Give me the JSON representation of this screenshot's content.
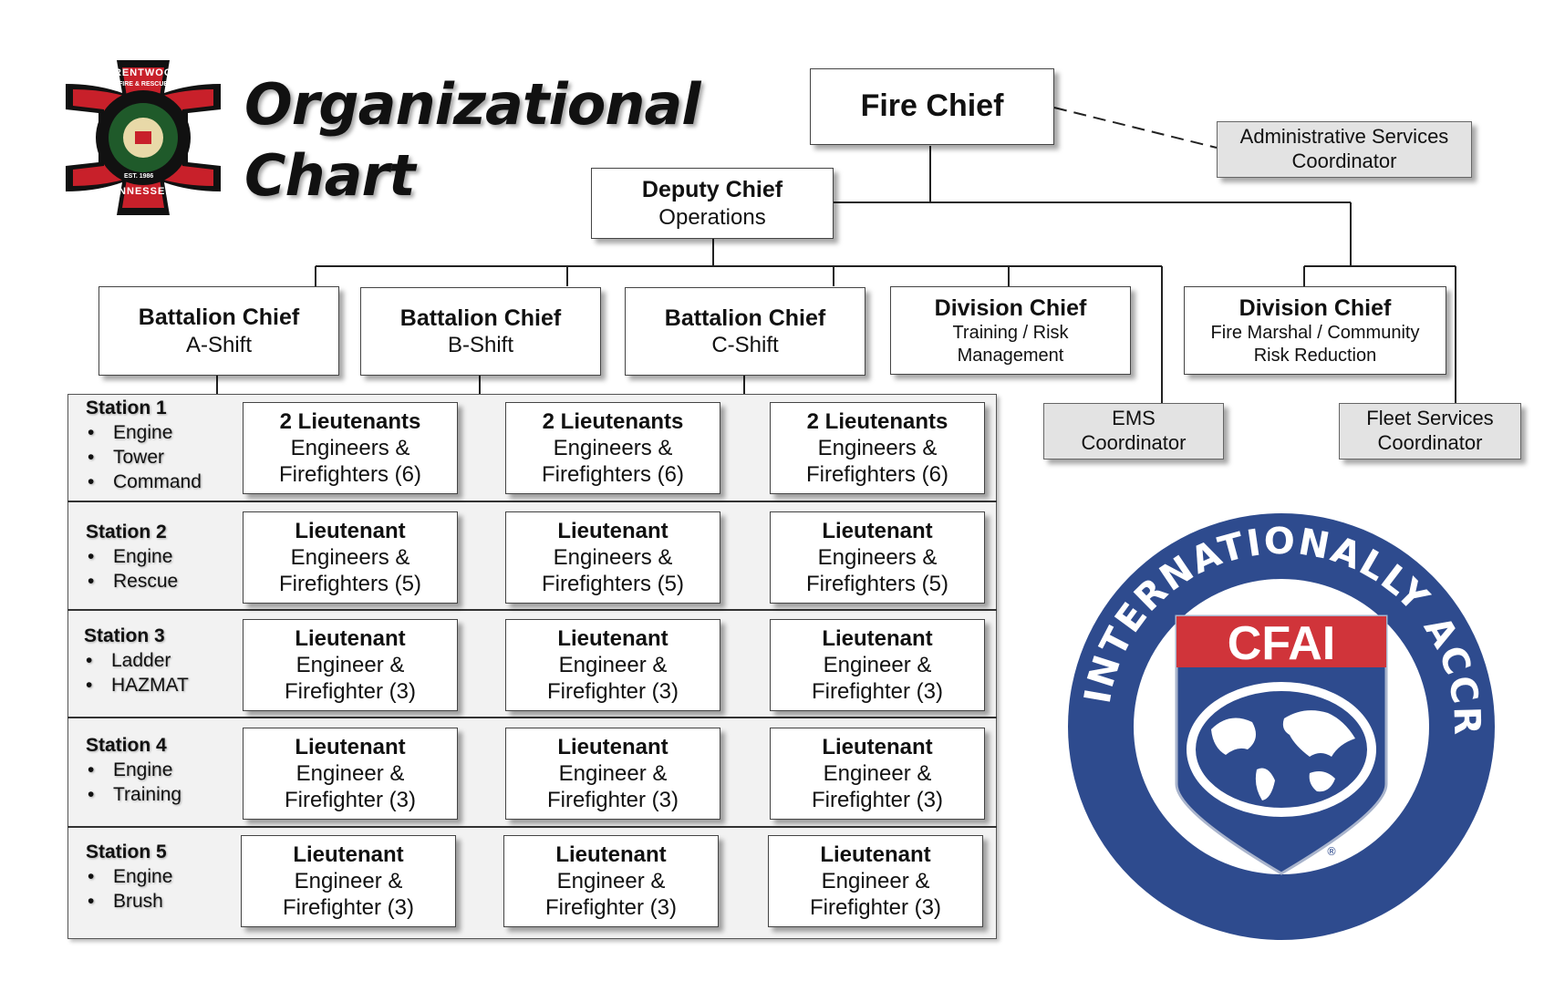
{
  "title": {
    "line1": "Organizational",
    "line2": "Chart"
  },
  "logo": {
    "top_text": "BRENTWOOD",
    "sub_text": "FIRE & RESCUE",
    "est": "EST. 1986",
    "bottom_text": "TENNESSEE",
    "icon": "maltese-cross-badge"
  },
  "fire_chief": "Fire Chief",
  "admin": {
    "line1": "Administrative Services",
    "line2": "Coordinator"
  },
  "deputy": {
    "title": "Deputy Chief",
    "sub": "Operations"
  },
  "battalions": [
    {
      "title": "Battalion Chief",
      "sub": "A-Shift"
    },
    {
      "title": "Battalion Chief",
      "sub": "B-Shift"
    },
    {
      "title": "Battalion Chief",
      "sub": "C-Shift"
    }
  ],
  "division_training": {
    "title": "Division Chief",
    "line1": "Training / Risk",
    "line2": "Management"
  },
  "division_marshal": {
    "title": "Division Chief",
    "line1": "Fire Marshal / Community",
    "line2": "Risk Reduction"
  },
  "ems": {
    "line1": "EMS",
    "line2": "Coordinator"
  },
  "fleet": {
    "line1": "Fleet Services",
    "line2": "Coordinator"
  },
  "stations": [
    {
      "name": "Station 1",
      "items": [
        "Engine",
        "Tower",
        "Command"
      ],
      "units": {
        "title": "2 Lieutenants",
        "line2": "Engineers &",
        "line3": "Firefighters (6)"
      }
    },
    {
      "name": "Station 2",
      "items": [
        "Engine",
        "Rescue"
      ],
      "units": {
        "title": "Lieutenant",
        "line2": "Engineers &",
        "line3": "Firefighters (5)"
      }
    },
    {
      "name": "Station 3",
      "items": [
        "Ladder",
        "HAZMAT"
      ],
      "units": {
        "title": "Lieutenant",
        "line2": "Engineer &",
        "line3": "Firefighter (3)"
      }
    },
    {
      "name": "Station 4",
      "items": [
        "Engine",
        "Training"
      ],
      "units": {
        "title": "Lieutenant",
        "line2": "Engineer &",
        "line3": "Firefighter (3)"
      }
    },
    {
      "name": "Station 5",
      "items": [
        "Engine",
        "Brush"
      ],
      "units": {
        "title": "Lieutenant",
        "line2": "Engineer &",
        "line3": "Firefighter (3)"
      }
    }
  ],
  "cfai": {
    "ring_text": "INTERNATIONALLY ACCREDITED AGENCY",
    "shield_text": "CFAI",
    "mark": "®",
    "colors": {
      "blue": "#2e4b8e",
      "red": "#d0343a"
    }
  }
}
